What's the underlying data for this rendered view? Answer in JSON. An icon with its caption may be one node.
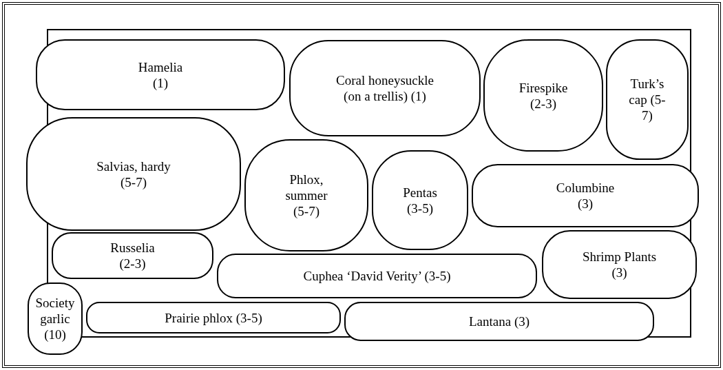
{
  "diagram": {
    "nodes": [
      {
        "text": [
          "Hamelia (1)"
        ]
      },
      {
        "text": [
          "Coral honeysuckle (on a trellis) (1)"
        ]
      },
      {
        "text": [
          "Firespike (2-3)"
        ]
      },
      {
        "text": [
          "Turk’s cap (5-7)"
        ]
      },
      {
        "text": [
          "Salvias, hardy (5-7)"
        ]
      },
      {
        "text": [
          "Phlox, summer (5-7)"
        ]
      },
      {
        "text": [
          "Pentas (3-5)"
        ]
      },
      {
        "text": [
          "Columbine (3)"
        ]
      },
      {
        "text": [
          "Russelia (2-3)"
        ]
      },
      {
        "text": [
          "Cuphea ‘David Verity’ (3-5)"
        ]
      },
      {
        "text": [
          "Shrimp Plants (3)"
        ]
      },
      {
        "text": [
          "Society garlic (10)"
        ]
      },
      {
        "text": [
          "Prairie phlox (3-5)"
        ]
      },
      {
        "text": [
          "Lantana (3)"
        ]
      }
    ]
  }
}
